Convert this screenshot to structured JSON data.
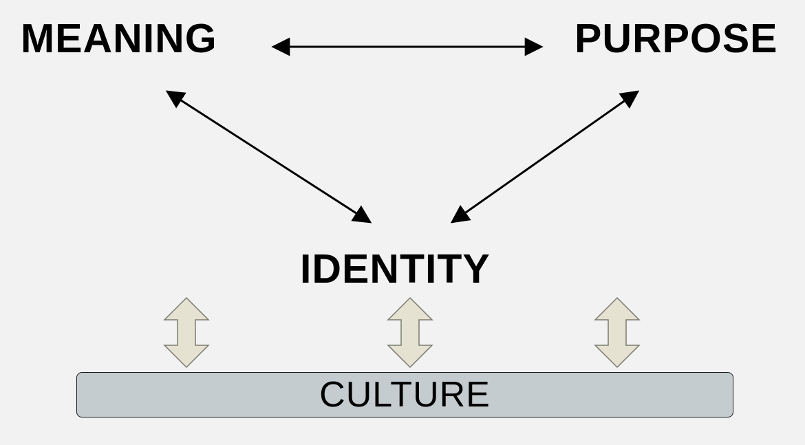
{
  "diagram": {
    "nodes": {
      "meaning": "MEANING",
      "purpose": "PURPOSE",
      "identity": "IDENTITY",
      "culture": "CULTURE"
    },
    "edges": [
      {
        "from": "MEANING",
        "to": "PURPOSE",
        "direction": "bidirectional"
      },
      {
        "from": "MEANING",
        "to": "IDENTITY",
        "direction": "bidirectional"
      },
      {
        "from": "PURPOSE",
        "to": "IDENTITY",
        "direction": "bidirectional"
      },
      {
        "from": "IDENTITY",
        "to": "CULTURE",
        "direction": "bidirectional",
        "count": 3
      }
    ],
    "colors": {
      "background": "#f2f2f2",
      "text": "#000000",
      "culture_fill": "#c4ccd0",
      "block_arrow_fill": "#e6e2d2",
      "block_arrow_stroke": "#7a7a70"
    }
  }
}
